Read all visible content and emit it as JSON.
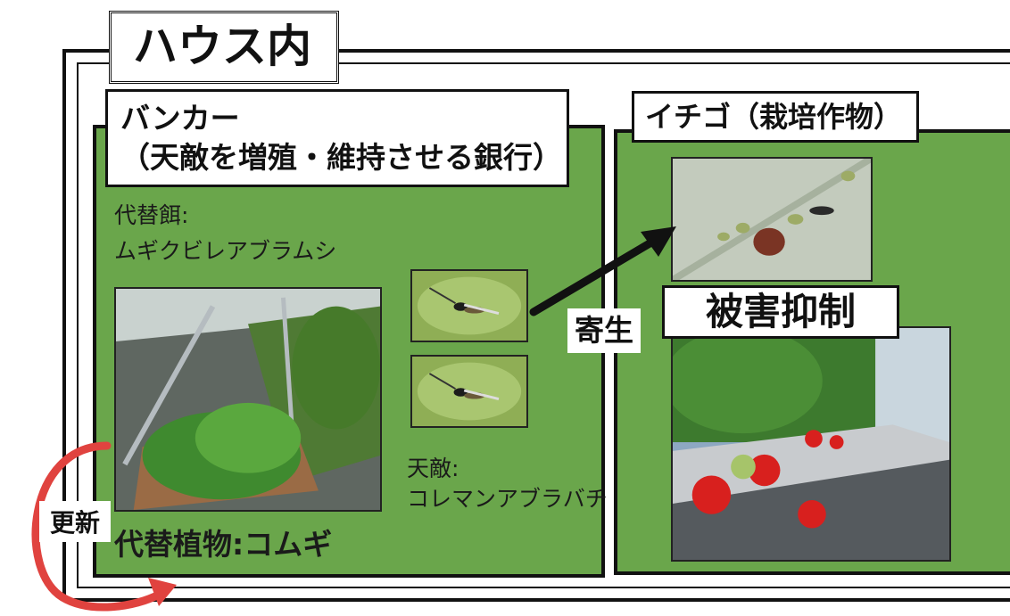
{
  "house": {
    "title": "ハウス内"
  },
  "banker": {
    "title_line1": "バンカー",
    "title_line2": "（天敵を増殖・維持させる銀行）",
    "alt_food_label": "代替餌:",
    "alt_food_value": "ムギクビレアブラムシ",
    "alt_plant_label": "代替植物:コムギ",
    "enemy_label": "天敵:",
    "enemy_value": "コレマンアブラバチ"
  },
  "strawberry": {
    "title": "イチゴ（栽培作物）",
    "suppress_label": "被害抑制"
  },
  "arrows": {
    "parasitism_label": "寄生",
    "renew_label": "更新"
  },
  "colors": {
    "panel_green": "#6aa64b",
    "arrow_red": "#e0433f",
    "border": "#111111"
  }
}
